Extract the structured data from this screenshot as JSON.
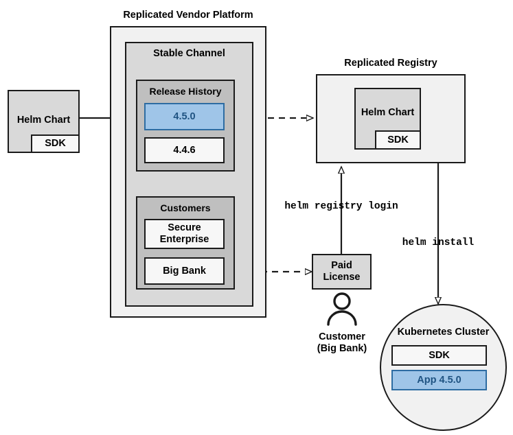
{
  "diagram": {
    "title_vendor_platform": "Replicated Vendor Platform",
    "title_registry": "Replicated Registry",
    "colors": {
      "accent_blue_fill": "#9fc5e8",
      "accent_blue_border": "#2d6ca2",
      "accent_blue_text": "#1f5382",
      "outer_fill": "#f1f1f1",
      "channel_fill": "#d9d9d9",
      "history_fill": "#bfbfbf",
      "stroke": "#1a1a1a"
    }
  },
  "source_chart": {
    "helm_chart_label": "Helm Chart",
    "sdk_label": "SDK"
  },
  "vendor_platform": {
    "title": "Replicated Vendor Platform",
    "stable_channel": {
      "title": "Stable Channel",
      "release_history": {
        "title": "Release History",
        "releases": [
          {
            "version": "4.5.0",
            "highlighted": true
          },
          {
            "version": "4.4.6",
            "highlighted": false
          }
        ]
      },
      "customers": {
        "title": "Customers",
        "items": [
          {
            "name": "Secure\nEnterprise"
          },
          {
            "name": "Big Bank"
          }
        ]
      }
    }
  },
  "registry": {
    "title": "Replicated Registry",
    "helm_chart_label": "Helm Chart",
    "sdk_label": "SDK"
  },
  "license": {
    "label": "Paid\nLicense"
  },
  "customer_actor": {
    "icon": "person-icon",
    "line1": "Customer",
    "line2": "(Big Bank)"
  },
  "commands": {
    "registry_login": "helm registry login",
    "install": "helm install"
  },
  "cluster": {
    "title": "Kubernetes Cluster",
    "components": [
      {
        "label": "SDK",
        "highlighted": false
      },
      {
        "label": "App 4.5.0",
        "highlighted": true
      }
    ]
  }
}
